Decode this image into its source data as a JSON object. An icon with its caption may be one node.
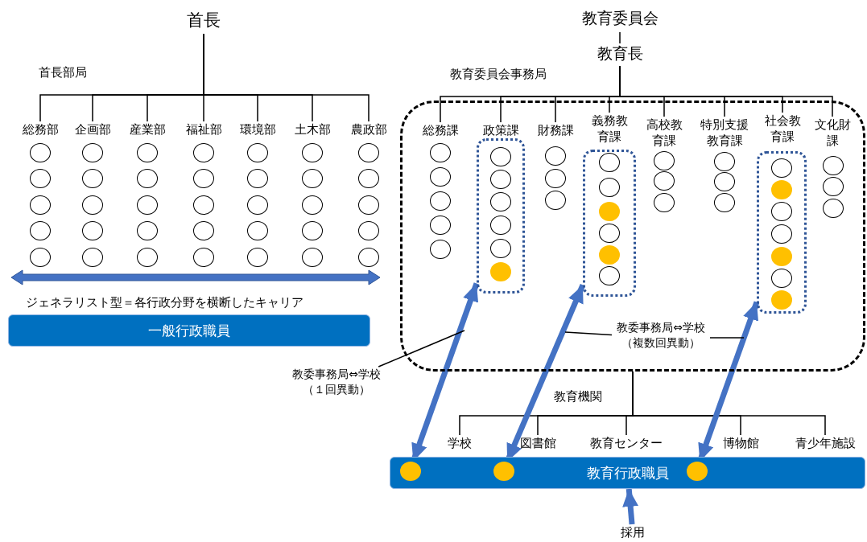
{
  "diagram": {
    "nodes": [
      {
        "text": [
          "首長"
        ]
      },
      {
        "text": [
          "総務部"
        ]
      },
      {
        "text": [
          "企画部"
        ]
      },
      {
        "text": [
          "産業部"
        ]
      },
      {
        "text": [
          "福祉部"
        ]
      },
      {
        "text": [
          "環境部"
        ]
      },
      {
        "text": [
          "土木部"
        ]
      },
      {
        "text": [
          "農政部"
        ]
      },
      {
        "text": [],
        "shape": "circle"
      },
      {
        "text": [],
        "shape": "circle"
      },
      {
        "text": [],
        "shape": "circle"
      },
      {
        "text": [],
        "shape": "circle"
      },
      {
        "text": [],
        "shape": "circle"
      },
      {
        "text": [],
        "shape": "circle"
      },
      {
        "text": [],
        "shape": "circle"
      },
      {
        "text": [],
        "shape": "circle"
      },
      {
        "text": [],
        "shape": "circle"
      },
      {
        "text": [],
        "shape": "circle"
      },
      {
        "text": [],
        "shape": "circle"
      },
      {
        "text": [],
        "shape": "circle"
      },
      {
        "text": [],
        "shape": "circle"
      },
      {
        "text": [],
        "shape": "circle"
      },
      {
        "text": [],
        "shape": "circle"
      },
      {
        "text": [],
        "shape": "circle"
      },
      {
        "text": [],
        "shape": "circle"
      },
      {
        "text": [],
        "shape": "circle"
      },
      {
        "text": [],
        "shape": "circle"
      },
      {
        "text": [],
        "shape": "circle"
      },
      {
        "text": [],
        "shape": "circle"
      },
      {
        "text": [],
        "shape": "circle"
      },
      {
        "text": [],
        "shape": "circle"
      },
      {
        "text": [],
        "shape": "circle"
      },
      {
        "text": [],
        "shape": "circle"
      },
      {
        "text": [],
        "shape": "circle"
      },
      {
        "text": [],
        "shape": "circle"
      },
      {
        "text": [],
        "shape": "circle"
      },
      {
        "text": [],
        "shape": "circle"
      },
      {
        "text": [],
        "shape": "circle"
      },
      {
        "text": [],
        "shape": "circle"
      },
      {
        "text": [],
        "shape": "circle"
      },
      {
        "text": [],
        "shape": "circle"
      },
      {
        "text": [],
        "shape": "circle"
      },
      {
        "text": [],
        "shape": "circle"
      },
      {
        "text": [
          "一般行政職員"
        ]
      },
      {
        "text": [
          "教育委員会"
        ]
      },
      {
        "text": [
          "教育長"
        ]
      },
      {
        "text": [
          "教育委員会事務局"
        ]
      },
      {
        "text": [
          "総務課"
        ],
        "in": 46
      },
      {
        "text": [
          "政策課"
        ],
        "in": 46
      },
      {
        "text": [
          "財務課"
        ],
        "in": 46
      },
      {
        "text": [
          "義務教育課"
        ],
        "in": 46
      },
      {
        "text": [
          "高校教育課"
        ],
        "in": 46
      },
      {
        "text": [
          "特別支援教育課"
        ],
        "in": 46
      },
      {
        "text": [
          "社会教育課"
        ],
        "in": 46
      },
      {
        "text": [
          "文化財課"
        ],
        "in": 46
      },
      {
        "text": [],
        "shape": "circle",
        "in": 46
      },
      {
        "text": [],
        "shape": "circle",
        "in": 46
      },
      {
        "text": [],
        "shape": "circle",
        "in": 46
      },
      {
        "text": [],
        "shape": "circle",
        "in": 46
      },
      {
        "text": [],
        "shape": "circle",
        "in": 46
      },
      {
        "text": [],
        "shape": "box",
        "in": 46
      },
      {
        "text": [],
        "shape": "circle",
        "in": 60
      },
      {
        "text": [],
        "shape": "circle",
        "in": 60
      },
      {
        "text": [],
        "shape": "circle",
        "in": 60
      },
      {
        "text": [],
        "shape": "circle",
        "in": 60
      },
      {
        "text": [],
        "shape": "circle",
        "in": 60
      },
      {
        "text": [],
        "shape": "circle",
        "in": 60
      },
      {
        "text": [],
        "shape": "circle",
        "in": 46
      },
      {
        "text": [],
        "shape": "circle",
        "in": 46
      },
      {
        "text": [],
        "shape": "circle",
        "in": 46
      },
      {
        "text": [],
        "shape": "box",
        "in": 46
      },
      {
        "text": [],
        "shape": "circle",
        "in": 70
      },
      {
        "text": [],
        "shape": "circle",
        "in": 70
      },
      {
        "text": [],
        "shape": "circle",
        "in": 70
      },
      {
        "text": [],
        "shape": "circle",
        "in": 70
      },
      {
        "text": [],
        "shape": "circle",
        "in": 70
      },
      {
        "text": [],
        "shape": "circle",
        "in": 70
      },
      {
        "text": [],
        "shape": "circle",
        "in": 46
      },
      {
        "text": [],
        "shape": "circle",
        "in": 46
      },
      {
        "text": [],
        "shape": "circle",
        "in": 46
      },
      {
        "text": [],
        "shape": "circle",
        "in": 46
      },
      {
        "text": [],
        "shape": "circle",
        "in": 46
      },
      {
        "text": [],
        "shape": "circle",
        "in": 46
      },
      {
        "text": [],
        "shape": "box",
        "in": 46
      },
      {
        "text": [],
        "shape": "circle",
        "in": 83
      },
      {
        "text": [],
        "shape": "circle",
        "in": 83
      },
      {
        "text": [],
        "shape": "circle",
        "in": 83
      },
      {
        "text": [],
        "shape": "circle",
        "in": 83
      },
      {
        "text": [],
        "shape": "circle",
        "in": 83
      },
      {
        "text": [],
        "shape": "circle",
        "in": 83
      },
      {
        "text": [],
        "shape": "circle",
        "in": 83
      },
      {
        "text": [],
        "shape": "circle",
        "in": 46
      },
      {
        "text": [],
        "shape": "circle",
        "in": 46
      },
      {
        "text": [],
        "shape": "circle",
        "in": 46
      },
      {
        "text": [
          "学校"
        ]
      },
      {
        "text": [
          "図書館"
        ]
      },
      {
        "text": [
          "教育センター"
        ]
      },
      {
        "text": [
          "博物館"
        ]
      },
      {
        "text": [
          "青少年施設"
        ]
      },
      {
        "text": [
          "教育行政職員"
        ]
      },
      {
        "text": [],
        "shape": "circle",
        "in": 99
      },
      {
        "text": [],
        "shape": "circle",
        "in": 99
      },
      {
        "text": [],
        "shape": "circle",
        "in": 99
      },
      {
        "text": [
          "採用"
        ]
      },
      {
        "text": [
          "教委事務局⇔学校（１回異動）"
        ]
      },
      {
        "text": [
          "教委事務局⇔学校（複数回異動）"
        ],
        "in": 46
      }
    ],
    "edges": [
      {
        "from": 0,
        "to": 1,
        "arrow": "none"
      },
      {
        "from": 0,
        "to": 2,
        "arrow": "none"
      },
      {
        "from": 0,
        "to": 3,
        "arrow": "none"
      },
      {
        "from": 0,
        "to": 4,
        "arrow": "none"
      },
      {
        "from": 0,
        "to": 5,
        "arrow": "none"
      },
      {
        "from": 0,
        "to": 6,
        "arrow": "none"
      },
      {
        "from": 0,
        "to": 7,
        "arrow": "none"
      },
      {
        "from": 44,
        "to": 45,
        "arrow": "none"
      },
      {
        "from": 45,
        "to": 47,
        "arrow": "none"
      },
      {
        "from": 45,
        "to": 48,
        "arrow": "none"
      },
      {
        "from": 45,
        "to": 49,
        "arrow": "none"
      },
      {
        "from": 45,
        "to": 50,
        "arrow": "none"
      },
      {
        "from": 45,
        "to": 51,
        "arrow": "none"
      },
      {
        "from": 45,
        "to": 52,
        "arrow": "none"
      },
      {
        "from": 45,
        "to": 53,
        "arrow": "none"
      },
      {
        "from": 45,
        "to": 54,
        "arrow": "none"
      },
      {
        "from": 46,
        "to": 94,
        "arrow": "none"
      },
      {
        "from": 46,
        "to": 95,
        "arrow": "none"
      },
      {
        "from": 46,
        "to": 96,
        "arrow": "none"
      },
      {
        "from": 46,
        "to": 97,
        "arrow": "none"
      },
      {
        "from": 46,
        "to": 98,
        "arrow": "none"
      },
      {
        "from": 60,
        "to": 100,
        "arrow": "both",
        "style": "thick",
        "color": "#4472c4"
      },
      {
        "from": 70,
        "to": 101,
        "arrow": "both",
        "style": "thick",
        "color": "#4472c4"
      },
      {
        "from": 83,
        "to": 102,
        "arrow": "both",
        "style": "thick",
        "color": "#4472c4"
      },
      {
        "from": 103,
        "to": 99,
        "arrow": "to",
        "style": "thick",
        "color": "#4472c4"
      },
      {
        "from": 104,
        "to": null,
        "arrow": "none"
      },
      {
        "from": 105,
        "to": null,
        "arrow": "none"
      },
      {
        "from": 105,
        "to": null,
        "arrow": "none"
      }
    ],
    "labels": [
      "首長部局",
      "ジェネラリスト型＝各行政分野を横断したキャリア",
      "教育機関"
    ]
  }
}
